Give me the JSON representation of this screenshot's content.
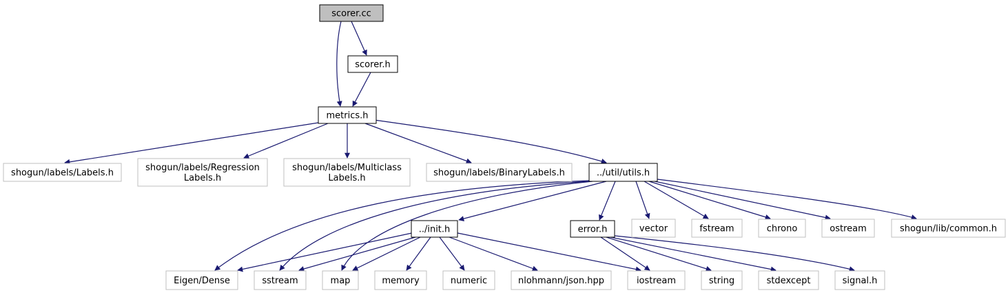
{
  "colors": {
    "edge": "#191970",
    "root_fill": "#bfbfbf",
    "documented_border": "#000000",
    "external_border": "#bfbfbf",
    "node_fill": "#ffffff"
  },
  "nodes": [
    {
      "id": "scorer_cc",
      "lines": [
        "scorer.cc"
      ],
      "kind": "root"
    },
    {
      "id": "scorer_h",
      "lines": [
        "scorer.h"
      ],
      "kind": "documented"
    },
    {
      "id": "metrics_h",
      "lines": [
        "metrics.h"
      ],
      "kind": "documented"
    },
    {
      "id": "labels_h",
      "lines": [
        "shogun/labels/Labels.h"
      ],
      "kind": "external"
    },
    {
      "id": "regression_h",
      "lines": [
        "shogun/labels/Regression",
        "Labels.h"
      ],
      "kind": "external"
    },
    {
      "id": "multiclass_h",
      "lines": [
        "shogun/labels/Multiclass",
        "Labels.h"
      ],
      "kind": "external"
    },
    {
      "id": "binary_h",
      "lines": [
        "shogun/labels/BinaryLabels.h"
      ],
      "kind": "external"
    },
    {
      "id": "utils_h",
      "lines": [
        "../util/utils.h"
      ],
      "kind": "documented"
    },
    {
      "id": "init_h",
      "lines": [
        "../init.h"
      ],
      "kind": "documented"
    },
    {
      "id": "error_h",
      "lines": [
        "error.h"
      ],
      "kind": "documented"
    },
    {
      "id": "vector",
      "lines": [
        "vector"
      ],
      "kind": "external"
    },
    {
      "id": "fstream",
      "lines": [
        "fstream"
      ],
      "kind": "external"
    },
    {
      "id": "chrono",
      "lines": [
        "chrono"
      ],
      "kind": "external"
    },
    {
      "id": "ostream",
      "lines": [
        "ostream"
      ],
      "kind": "external"
    },
    {
      "id": "common_h",
      "lines": [
        "shogun/lib/common.h"
      ],
      "kind": "external"
    },
    {
      "id": "eigen_dense",
      "lines": [
        "Eigen/Dense"
      ],
      "kind": "external"
    },
    {
      "id": "sstream",
      "lines": [
        "sstream"
      ],
      "kind": "external"
    },
    {
      "id": "map",
      "lines": [
        "map"
      ],
      "kind": "external"
    },
    {
      "id": "memory",
      "lines": [
        "memory"
      ],
      "kind": "external"
    },
    {
      "id": "numeric",
      "lines": [
        "numeric"
      ],
      "kind": "external"
    },
    {
      "id": "json_hpp",
      "lines": [
        "nlohmann/json.hpp"
      ],
      "kind": "external"
    },
    {
      "id": "iostream",
      "lines": [
        "iostream"
      ],
      "kind": "external"
    },
    {
      "id": "string",
      "lines": [
        "string"
      ],
      "kind": "external"
    },
    {
      "id": "stdexcept",
      "lines": [
        "stdexcept"
      ],
      "kind": "external"
    },
    {
      "id": "signal_h",
      "lines": [
        "signal.h"
      ],
      "kind": "external"
    }
  ],
  "edges": [
    {
      "from": "scorer_cc",
      "to": "scorer_h"
    },
    {
      "from": "scorer_cc",
      "to": "metrics_h"
    },
    {
      "from": "scorer_h",
      "to": "metrics_h"
    },
    {
      "from": "metrics_h",
      "to": "labels_h"
    },
    {
      "from": "metrics_h",
      "to": "regression_h"
    },
    {
      "from": "metrics_h",
      "to": "multiclass_h"
    },
    {
      "from": "metrics_h",
      "to": "binary_h"
    },
    {
      "from": "metrics_h",
      "to": "utils_h"
    },
    {
      "from": "utils_h",
      "to": "eigen_dense"
    },
    {
      "from": "utils_h",
      "to": "sstream"
    },
    {
      "from": "utils_h",
      "to": "map"
    },
    {
      "from": "utils_h",
      "to": "init_h"
    },
    {
      "from": "utils_h",
      "to": "error_h"
    },
    {
      "from": "utils_h",
      "to": "vector"
    },
    {
      "from": "utils_h",
      "to": "fstream"
    },
    {
      "from": "utils_h",
      "to": "chrono"
    },
    {
      "from": "utils_h",
      "to": "ostream"
    },
    {
      "from": "utils_h",
      "to": "common_h"
    },
    {
      "from": "init_h",
      "to": "eigen_dense"
    },
    {
      "from": "init_h",
      "to": "sstream"
    },
    {
      "from": "init_h",
      "to": "map"
    },
    {
      "from": "init_h",
      "to": "memory"
    },
    {
      "from": "init_h",
      "to": "numeric"
    },
    {
      "from": "init_h",
      "to": "json_hpp"
    },
    {
      "from": "init_h",
      "to": "iostream"
    },
    {
      "from": "error_h",
      "to": "iostream"
    },
    {
      "from": "error_h",
      "to": "string"
    },
    {
      "from": "error_h",
      "to": "stdexcept"
    },
    {
      "from": "error_h",
      "to": "signal_h"
    }
  ]
}
